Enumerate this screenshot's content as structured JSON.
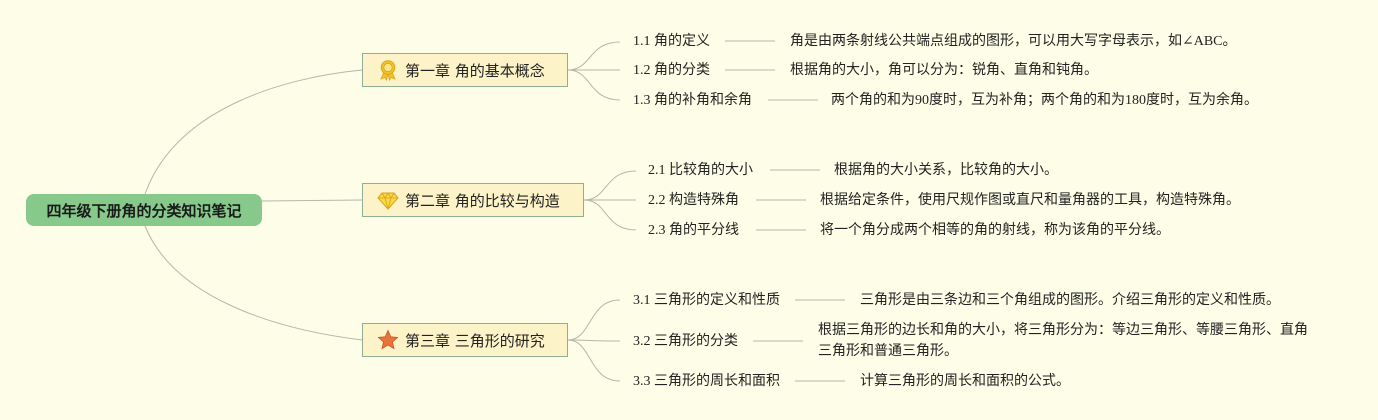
{
  "root": {
    "label": "四年级下册角的分类知识笔记"
  },
  "chapters": [
    {
      "label": "第一章 角的基本概念",
      "icon": "ribbon-medal-icon",
      "items": [
        {
          "label": "1.1 角的定义",
          "desc": "角是由两条射线公共端点组成的图形，可以用大写字母表示，如∠ABC。"
        },
        {
          "label": "1.2 角的分类",
          "desc": "根据角的大小，角可以分为：锐角、直角和钝角。"
        },
        {
          "label": "1.3 角的补角和余角",
          "desc": "两个角的和为90度时，互为补角；两个角的和为180度时，互为余角。"
        }
      ]
    },
    {
      "label": "第二章 角的比较与构造",
      "icon": "diamond-icon",
      "items": [
        {
          "label": "2.1 比较角的大小",
          "desc": "根据角的大小关系，比较角的大小。"
        },
        {
          "label": "2.2 构造特殊角",
          "desc": "根据给定条件，使用尺规作图或直尺和量角器的工具，构造特殊角。"
        },
        {
          "label": "2.3 角的平分线",
          "desc": "将一个角分成两个相等的角的射线，称为该角的平分线。"
        }
      ]
    },
    {
      "label": "第三章 三角形的研究",
      "icon": "star-icon",
      "items": [
        {
          "label": "3.1 三角形的定义和性质",
          "desc": "三角形是由三条边和三个角组成的图形。介绍三角形的定义和性质。"
        },
        {
          "label": "3.2 三角形的分类",
          "desc": "根据三角形的边长和角的大小，将三角形分为：等边三角形、等腰三角形、直角三角形和普通三角形。"
        },
        {
          "label": "3.3 三角形的周长和面积",
          "desc": "计算三角形的周长和面积的公式。"
        }
      ]
    }
  ],
  "colors": {
    "background": "#fefee8",
    "root_fill": "#86c98b",
    "chapter_fill": "#fdf3c8",
    "chapter_border": "#8fae94",
    "line": "#b4b8a4",
    "medal_yellow": "#f2c230",
    "star_orange": "#e8743b"
  }
}
